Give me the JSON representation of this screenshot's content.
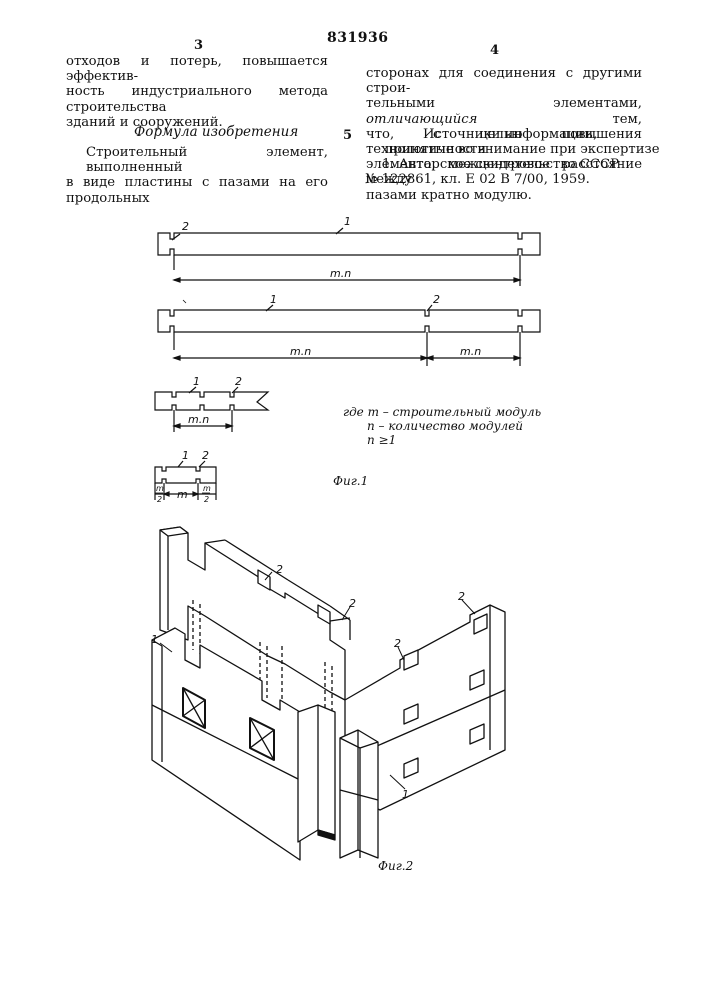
{
  "header": {
    "patent_number": "831936",
    "page_left": "3",
    "page_right": "4",
    "line_marker": "5"
  },
  "left_column": {
    "line1": "отходов и потерь, повышается эффектив-",
    "line2": "ность индустриального метода строительства",
    "line3": "зданий и сооружений.",
    "heading": "Формула изобретения",
    "claim_line1": "Строительный элемент, выполненный",
    "claim_line2": "в виде пластины с пазами на его продольных"
  },
  "right_column": {
    "line1": "сторонах для соединения с другими строи-",
    "line2a": "тельными элементами, ",
    "line2b": "отличающийся",
    "line2c": " тем,",
    "line3": "что, с целью повышения технологичности",
    "line4": "элемента, межцентровое расстояние между",
    "line5": "пазами кратно модулю.",
    "sources_title": "Источники информации,",
    "sources_subtitle": "принятые во внимание при экспертизе",
    "ref_line1": "1. Авторское свидетельство СССР",
    "ref_line2": "№ 122861, кл. Е 02 В 7/00, 1959."
  },
  "figure1": {
    "label": "Фиг.1",
    "callout_1": "1",
    "callout_2": "2",
    "dim_mn": "m.n",
    "dim_m": "m",
    "frac_num": "m",
    "frac_den": "2",
    "legend_line1": "где  m – строительный модуль",
    "legend_line2": "n – количество модулей",
    "legend_line3": "n ≥1"
  },
  "figure2": {
    "label": "Фиг.2",
    "callout_1": "1",
    "callout_2": "2"
  }
}
